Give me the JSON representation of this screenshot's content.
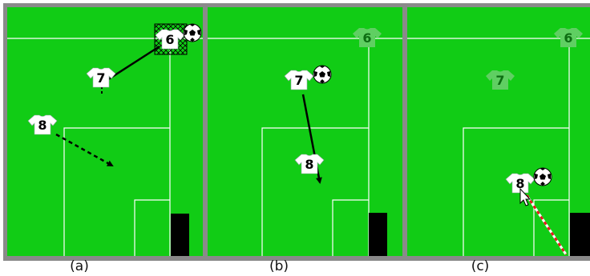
{
  "panels": [
    {
      "caption": "(a)"
    },
    {
      "caption": "(b)"
    },
    {
      "caption": "(c)"
    }
  ],
  "players": {
    "a": {
      "p6": "6",
      "p7": "7",
      "p8": "8"
    },
    "b": {
      "p6": "6",
      "p7": "7",
      "p8": "8"
    },
    "c": {
      "p6": "6",
      "p7": "7",
      "p8": "8"
    }
  },
  "colors": {
    "field": "#11cc15",
    "frame": "#8a8a8a",
    "line": "#ffffff",
    "goal": "#000000",
    "faded_shirt": "#5fcf62",
    "shot_path": "#e21b1b"
  },
  "icons": [
    "soccer-ball-icon",
    "shirt-icon",
    "mouse-cursor-icon",
    "goal-post",
    "pass-arrow",
    "dashed-run-arrow",
    "selection-hatch-box"
  ]
}
